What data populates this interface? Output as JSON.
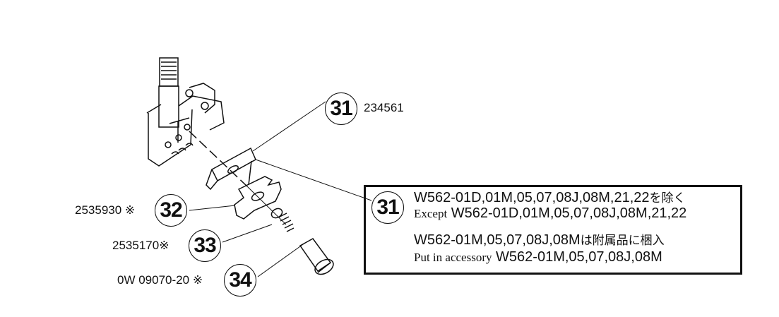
{
  "callouts": [
    {
      "number": "31",
      "part_no": "234561"
    },
    {
      "number": "32",
      "part_no": "2535930",
      "mark": "※"
    },
    {
      "number": "33",
      "part_no": "2535170",
      "mark": "※"
    },
    {
      "number": "34",
      "part_no": "0W 09070-20",
      "mark": "※"
    }
  ],
  "note": {
    "number": "31",
    "line1_models": "W562-01D,01M,05,07,08J,08M,21,22",
    "line1_suffix": "を除く",
    "line2_prefix": "Except",
    "line2_models": "W562-01D,01M,05,07,08J,08M,21,22",
    "line3_models": "W562-01M,05,07,08J,08M",
    "line3_suffix": "は附属品に梱入",
    "line4_prefix": "Put in accessory",
    "line4_models": "W562-01M,05,07,08J,08M"
  }
}
